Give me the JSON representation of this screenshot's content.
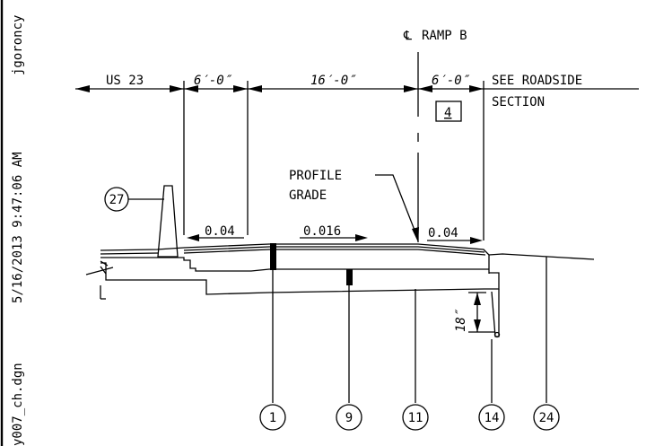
{
  "sidebar": {
    "user": "jgoroncy",
    "timestamp": "5/16/2013 9:47:06 AM",
    "filename": "y007_ch.dgn"
  },
  "header": {
    "centerline_symbol": "℄",
    "ramp_label": "RAMP B"
  },
  "dimensions": {
    "us23": "US 23",
    "dim1": "6′-0″",
    "dim2": "16′-0″",
    "dim3": "6′-0″",
    "roadside_line1": "SEE ROADSIDE",
    "roadside_line2": "SECTION",
    "boxed_note": "4"
  },
  "annotations": {
    "profile_line1": "PROFILE",
    "profile_line2": "GRADE",
    "slope1": "0.04",
    "slope2": "0.016",
    "slope3": "0.04",
    "depth": "18″"
  },
  "callouts": [
    "27",
    "1",
    "9",
    "11",
    "14",
    "24"
  ]
}
